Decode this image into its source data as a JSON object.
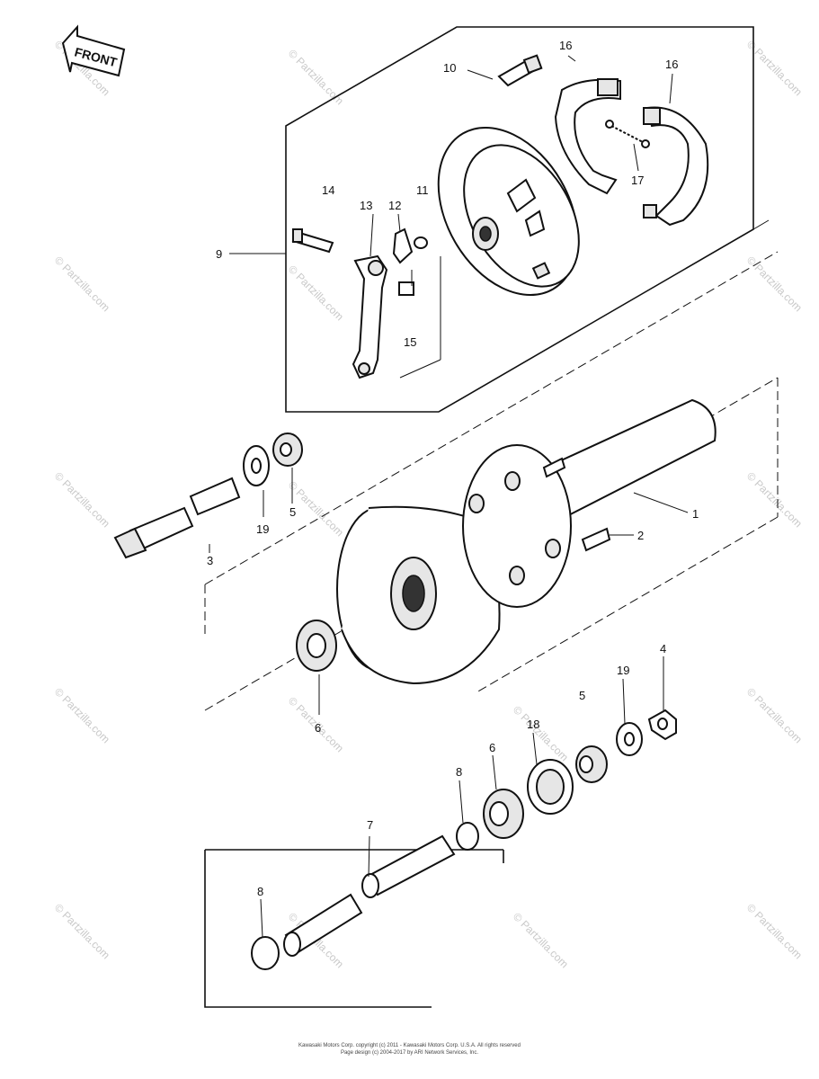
{
  "front_badge": "FRONT",
  "watermark": "© Partzilla.com",
  "callouts": {
    "c1": "1",
    "c2": "2",
    "c3": "3",
    "c4": "4",
    "c5a": "5",
    "c5b": "5",
    "c6a": "6",
    "c6b": "6",
    "c7": "7",
    "c8a": "8",
    "c8b": "8",
    "c9": "9",
    "c10": "10",
    "c11": "11",
    "c12": "12",
    "c13": "13",
    "c14": "14",
    "c15": "15",
    "c16a": "16",
    "c16b": "16",
    "c17": "17",
    "c18": "18",
    "c19a": "19",
    "c19b": "19"
  },
  "footer": {
    "line1": "Kawasaki Motors Corp. copyright (c) 2011 - Kawasaki Motors Corp. U.S.A. All rights reserved",
    "line2": "Page design (c) 2004-2017 by ARI Network Services, Inc."
  }
}
